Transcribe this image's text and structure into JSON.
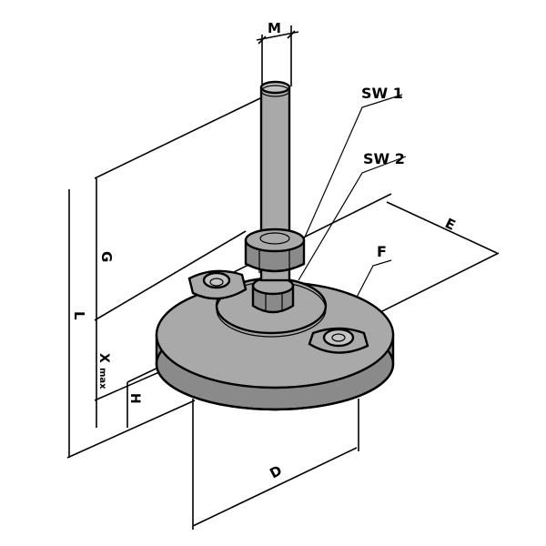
{
  "colors": {
    "part_fill": "#a9a9a9",
    "part_light": "#c4c4c4",
    "part_dark": "#8a8a8a",
    "line": "#000000",
    "background": "#ffffff"
  },
  "labels": {
    "thread": "M",
    "nut_1": "SW 1",
    "nut_2": "SW 2",
    "hole_spacing": "E",
    "hole": "F",
    "stem_length": "G",
    "total_height": "L",
    "stroke": "X",
    "stroke_unit": "max",
    "base_height": "H",
    "base_diameter": "D"
  }
}
